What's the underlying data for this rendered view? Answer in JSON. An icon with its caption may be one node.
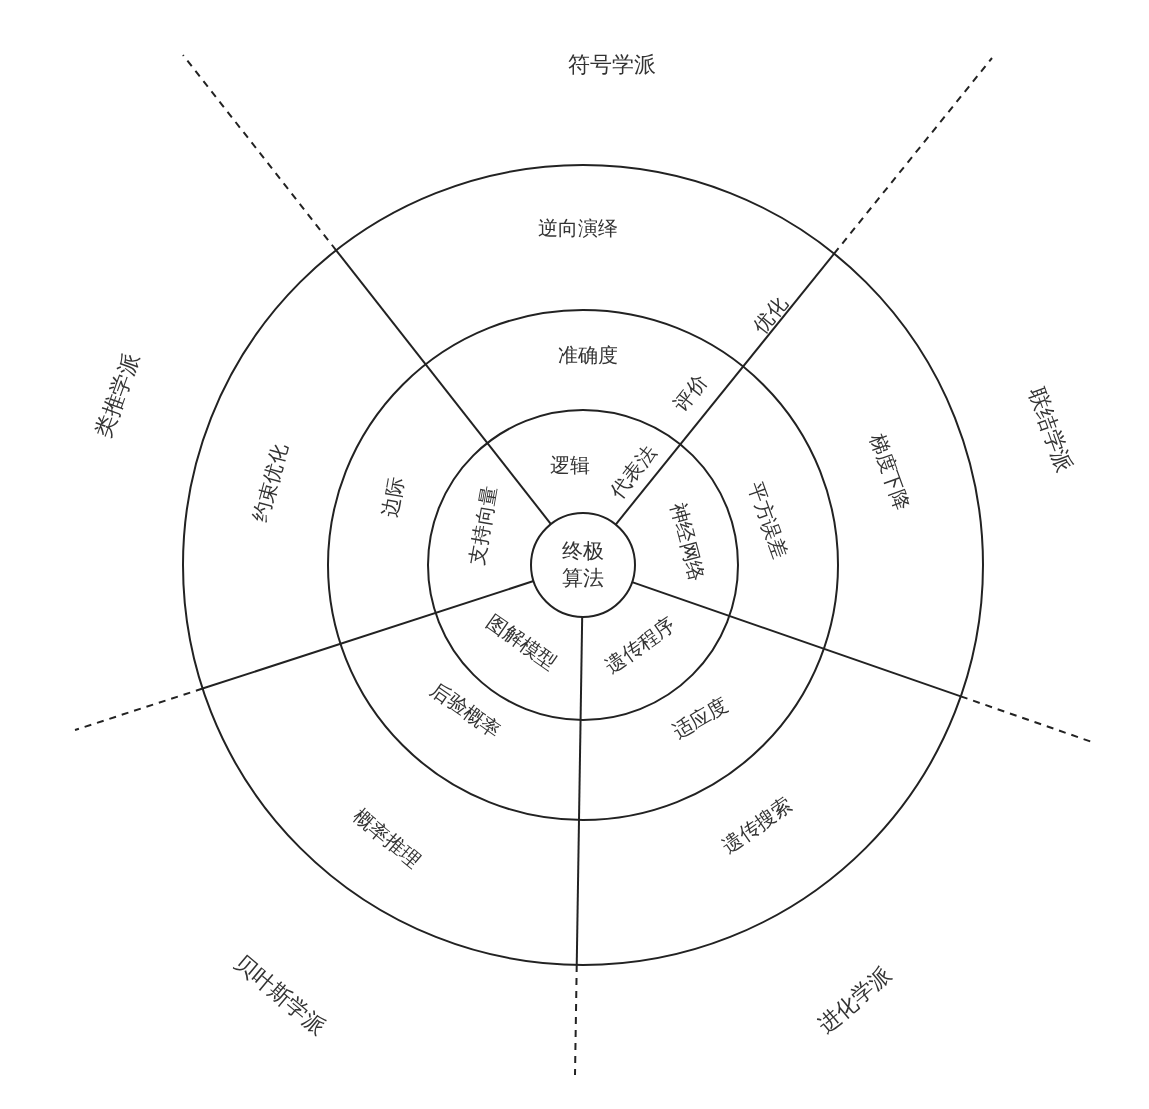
{
  "diagram": {
    "nodes": [
      {
        "text": [
          "终极算法"
        ]
      }
    ],
    "labels": [
      "符号学派",
      "联结学派",
      "进化学派",
      "贝叶斯学派",
      "类推学派",
      "逆向演绎",
      "梯度下降",
      "遗传搜索",
      "概率推理",
      "约束优化",
      "准确度",
      "平方误差",
      "适应度",
      "后验概率",
      "边际",
      "逻辑",
      "神经网络",
      "遗传程序",
      "图解模型",
      "支持向量",
      "优化",
      "评价",
      "代表法"
    ]
  }
}
